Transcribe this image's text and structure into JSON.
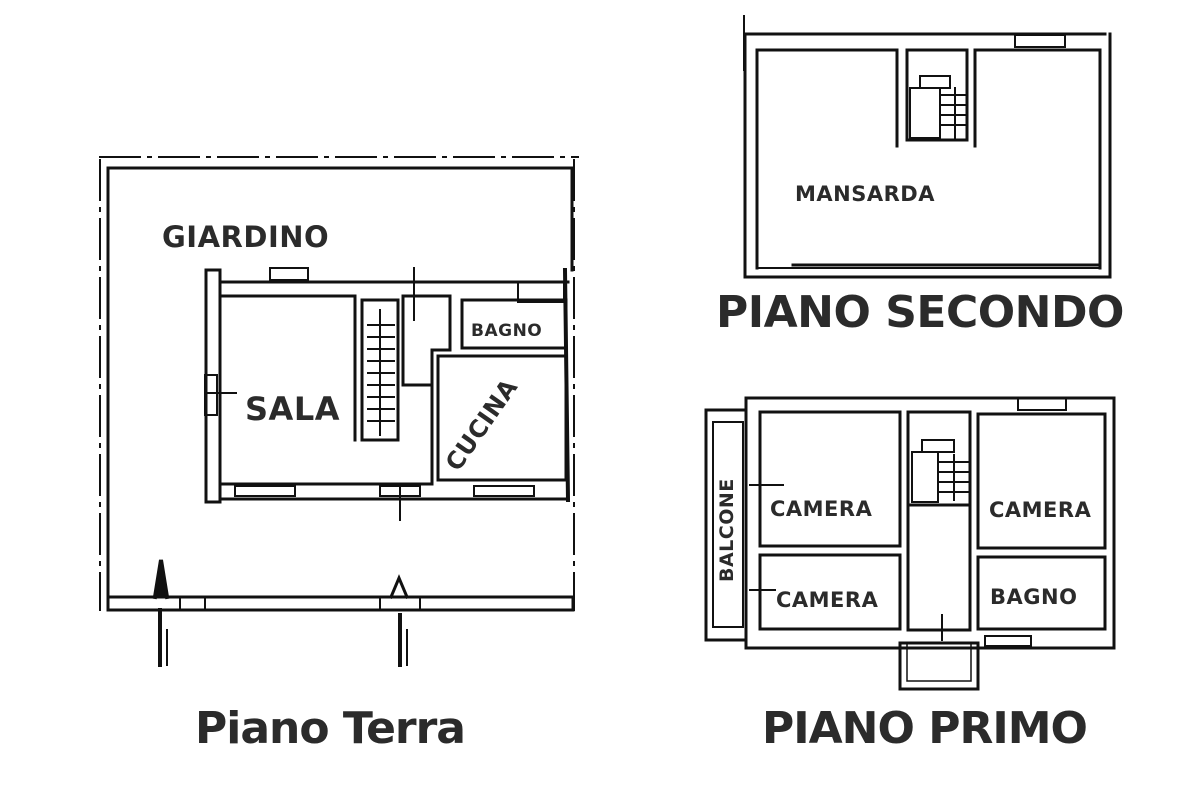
{
  "floors": {
    "ground": {
      "title": "Piano Terra",
      "rooms": {
        "garden": "GIARDINO",
        "living": "SALA",
        "bath": "BAGNO",
        "kitchen": "CUCINA"
      }
    },
    "first": {
      "title": "PIANO PRIMO",
      "rooms": {
        "balcony": "BALCONE",
        "bedroom_top_left": "CAMERA",
        "bedroom_bottom_left": "CAMERA",
        "bedroom_top_right": "CAMERA",
        "bath": "BAGNO"
      }
    },
    "second": {
      "title": "PIANO SECONDO",
      "rooms": {
        "attic": "MANSARDA"
      }
    }
  },
  "colors": {
    "ink": "#111111",
    "label": "#2b2b2b",
    "background": "#ffffff"
  }
}
